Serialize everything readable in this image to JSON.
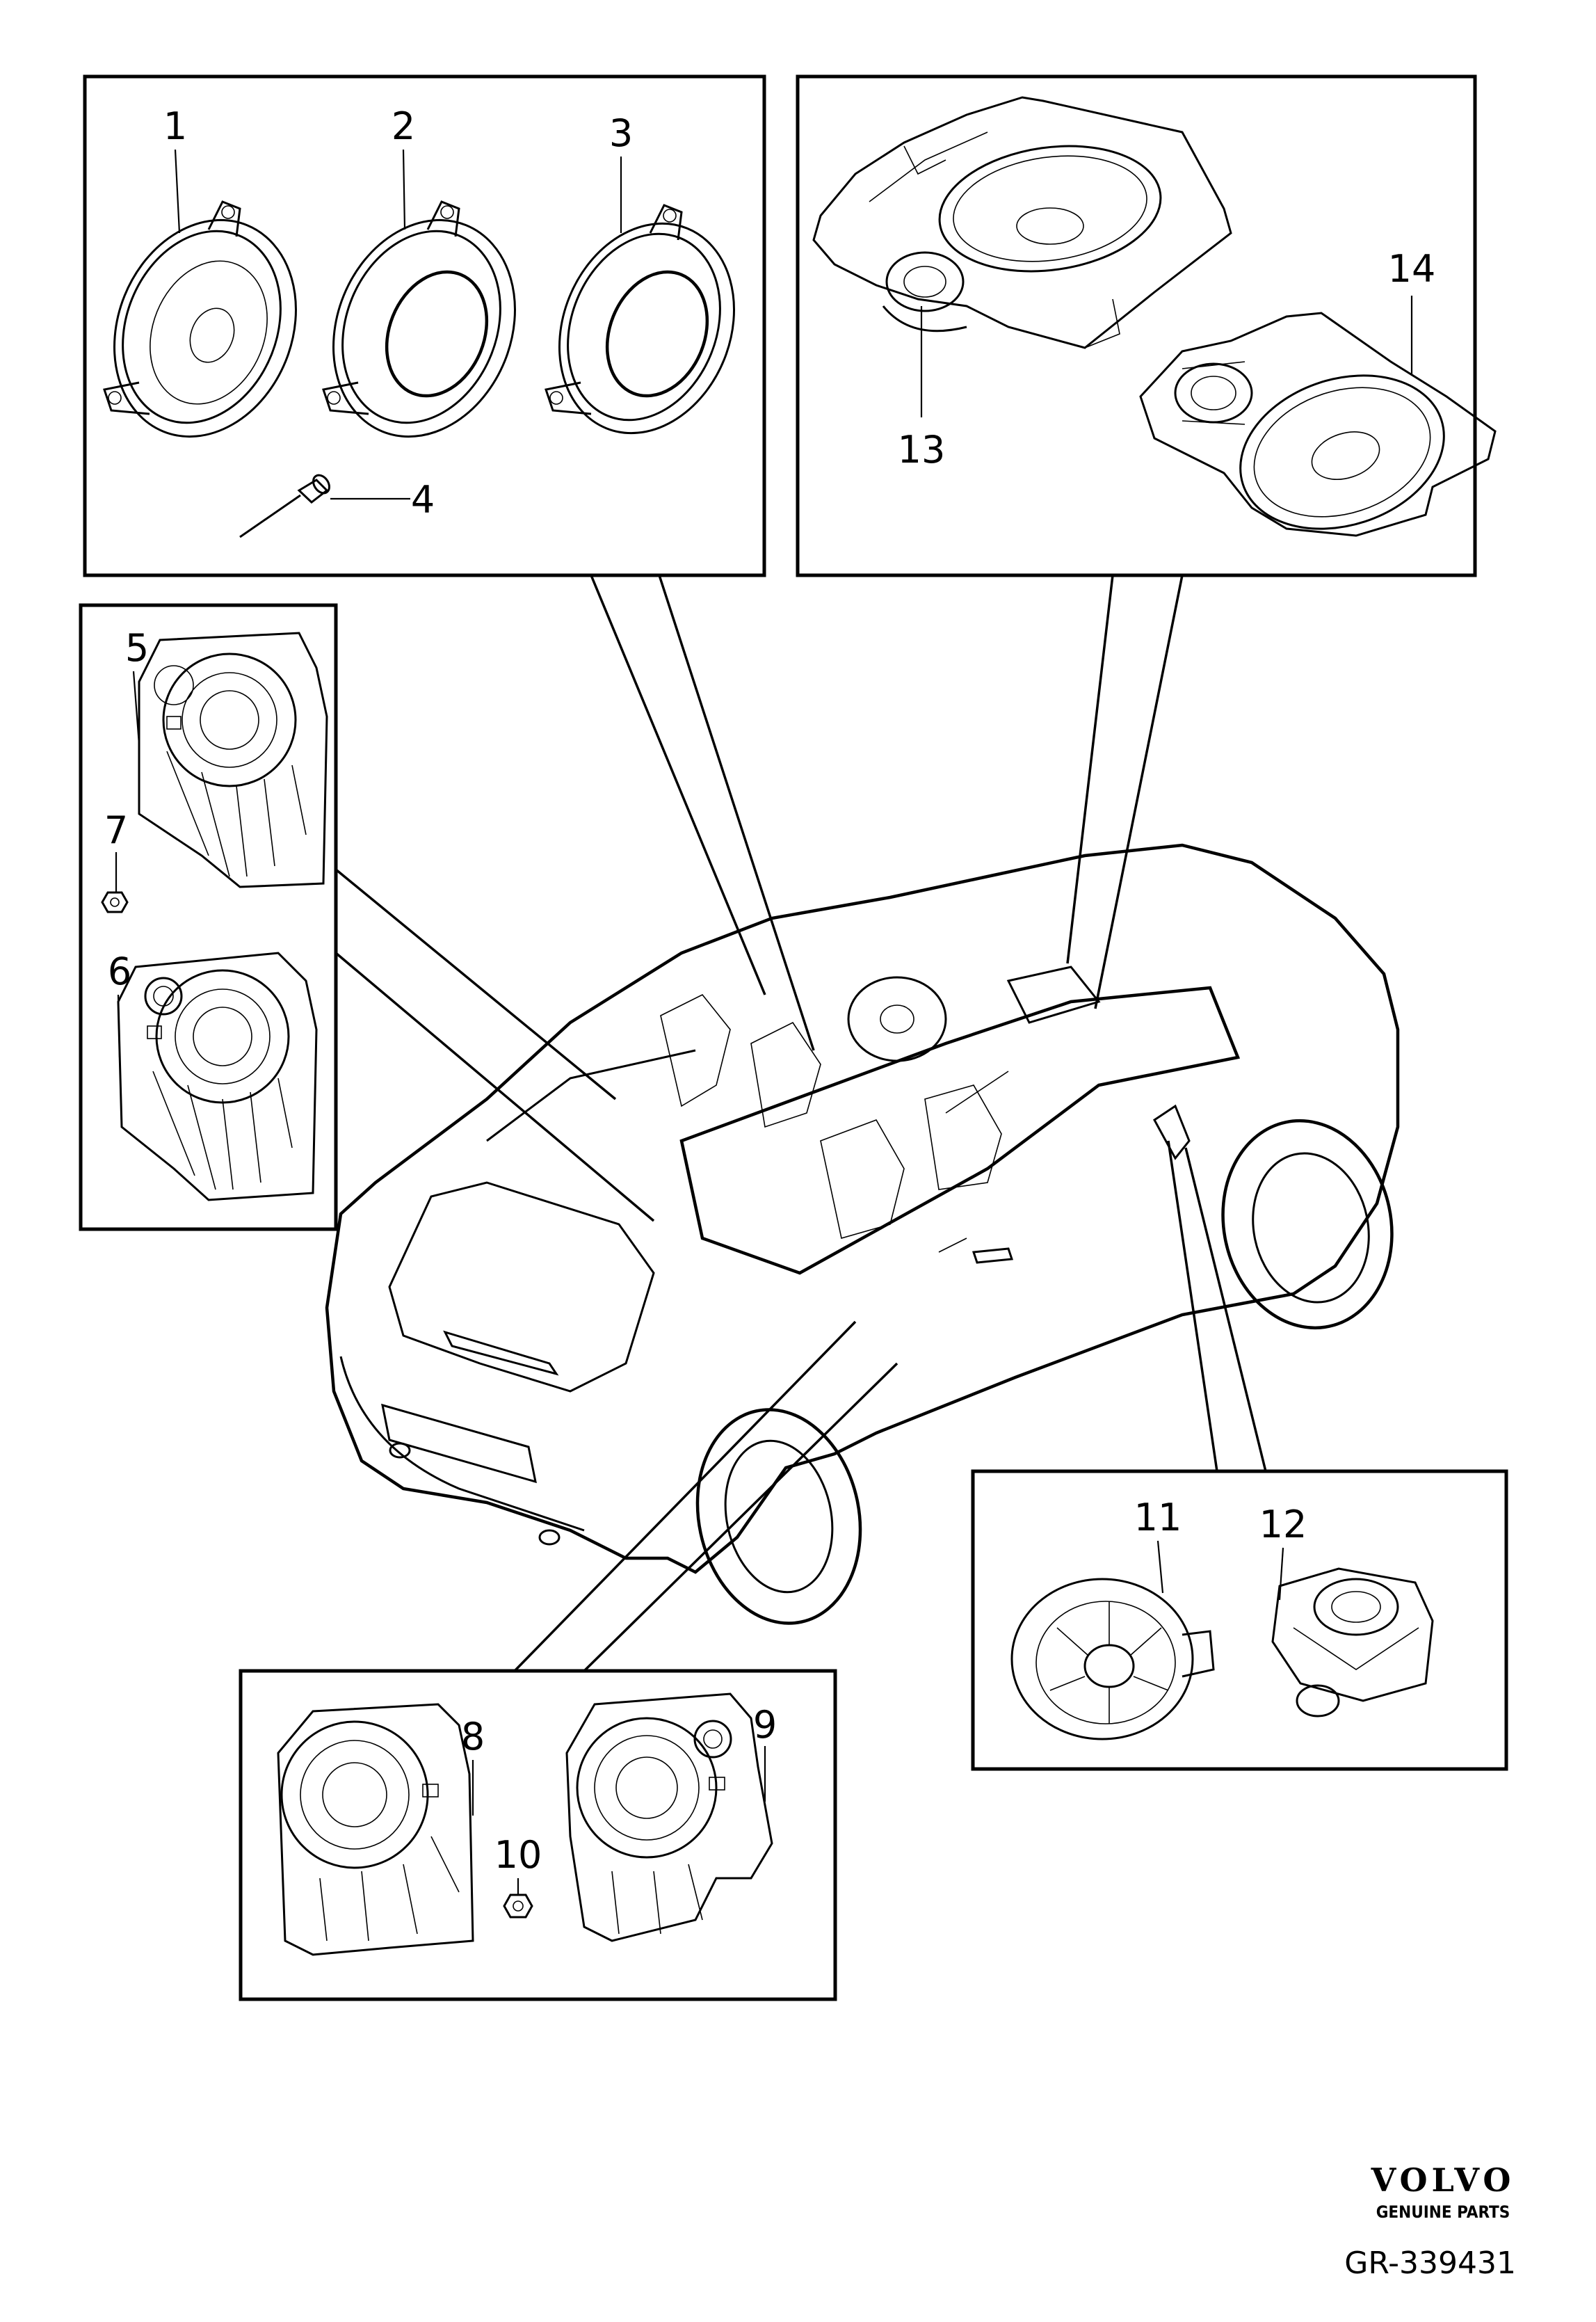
{
  "callouts": [
    {
      "id": "1",
      "label": "1"
    },
    {
      "id": "2",
      "label": "2"
    },
    {
      "id": "3",
      "label": "3"
    },
    {
      "id": "4",
      "label": "4"
    },
    {
      "id": "5",
      "label": "5"
    },
    {
      "id": "6",
      "label": "6"
    },
    {
      "id": "7",
      "label": "7"
    },
    {
      "id": "8",
      "label": "8"
    },
    {
      "id": "9",
      "label": "9"
    },
    {
      "id": "10",
      "label": "10"
    },
    {
      "id": "11",
      "label": "11"
    },
    {
      "id": "12",
      "label": "12"
    },
    {
      "id": "13",
      "label": "13"
    },
    {
      "id": "14",
      "label": "14"
    }
  ],
  "brand": {
    "name": "VOLVO",
    "tagline": "GENUINE PARTS",
    "reference": "GR-339431"
  }
}
